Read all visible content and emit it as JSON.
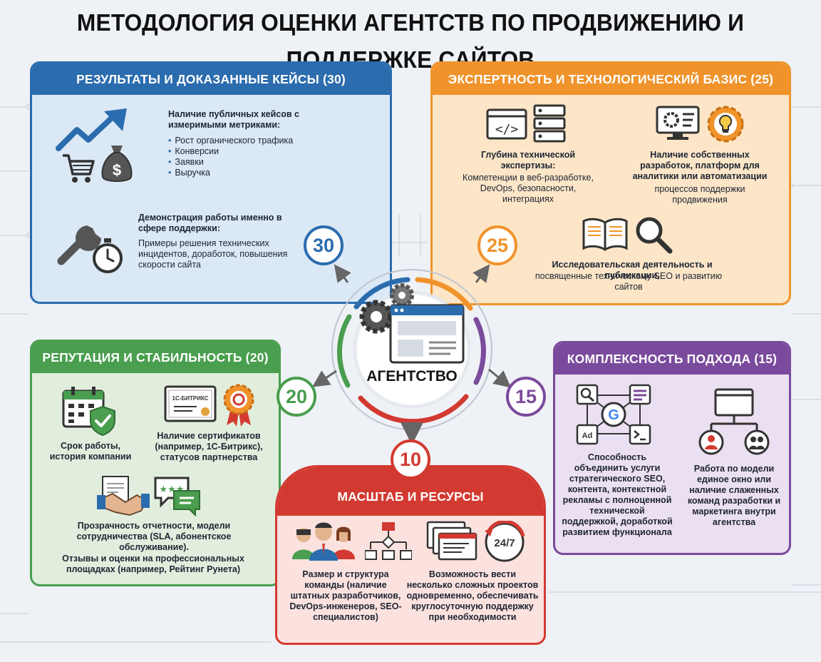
{
  "title": "МЕТОДОЛОГИЯ ОЦЕНКИ АГЕНТСТВ ПО ПРОДВИЖЕНИЮ И ПОДДЕРЖКЕ САЙТОВ",
  "center": {
    "label": "АГЕНТСТВО"
  },
  "colors": {
    "blue": "#2b6cae",
    "orange": "#f0932b",
    "green": "#4a9e4f",
    "purple": "#7a4a9c",
    "red": "#d23a31"
  },
  "results": {
    "header": "РЕЗУЛЬТАТЫ И ДОКАЗАННЫЕ КЕЙСЫ (30)",
    "badge": "30",
    "cases_title": "Наличие публичных кейсов с измеримыми метриками:",
    "metrics": [
      "Рост органического трафика",
      "Конверсии",
      "Заявки",
      "Выручка"
    ],
    "demo_title": "Демонстрация работы именно в сфере поддержки:",
    "demo_text": "Примеры решения технических инцидентов, доработок, повышения скорости сайта",
    "icons": [
      "growth-chart-icon",
      "shopping-cart-icon",
      "money-bag-icon",
      "wrench-icon",
      "stopwatch-icon"
    ]
  },
  "expertise": {
    "header": "ЭКСПЕРТНОСТЬ И ТЕХНОЛОГИЧЕСКИЙ БАЗИС (25)",
    "badge": "25",
    "depth_title": "Глубина технической экспертизы:",
    "depth_text": "Компетенции в веб-разработке, DevOps, безопасности, интеграциях",
    "own_title": "Наличие собственных разработок, платформ для аналитики или автоматизации",
    "own_text": "процессов поддержки продвижения",
    "research_title": "Исследовательская деятельность и публикации,",
    "research_text": "посвященные техническому SEO и развитию сайтов",
    "icons": [
      "code-window-icon",
      "server-icon",
      "monitor-gear-icon",
      "lightbulb-gear-icon",
      "open-book-icon",
      "magnifier-icon"
    ]
  },
  "reputation": {
    "header": "РЕПУТАЦИЯ И СТАБИЛЬНОСТЬ (20)",
    "badge": "20",
    "age_text": "Срок работы, история компании",
    "cert_text": "Наличие сертификатов (например, 1С-Битрикс), статусов партнерства",
    "cert_label": "1С-БИТРИКС",
    "transparency_text": "Прозрачность отчетности, модели сотрудничества (SLA, абонентское обслуживание).",
    "reviews_text": "Отзывы и оценки на профессиональных площадках (например, Рейтинг Рунета)",
    "icons": [
      "calendar-icon",
      "shield-check-icon",
      "certificate-icon",
      "award-ribbon-icon",
      "handshake-icon",
      "review-bubble-icon"
    ]
  },
  "complex": {
    "header": "КОМПЛЕКСНОСТЬ ПОДХОДА (15)",
    "badge": "15",
    "combine_text": "Способность объединить услуги стратегического SEO, контента, контекстной рекламы с полноценной технической поддержкой, доработкой развитием функционала",
    "onewindow_text": "Работа по модели единое окно или наличие слаженных команд разработки и маркетинга внутри агентства",
    "ad_label": "Ad",
    "icons": [
      "service-network-icon",
      "hierarchy-icon"
    ]
  },
  "scale": {
    "header": "МАСШТАБ И РЕСУРСЫ",
    "badge": "10",
    "team_text": "Размер и структура команды (наличие штатных разработчиков, DevOps-инженеров, SEO-специалистов)",
    "projects_text": "Возможность вести несколько сложных проектов одновременно, обеспечивать круглосуточную поддержку при необходимости",
    "clock_label": "24/7",
    "icons": [
      "team-icon",
      "flowchart-icon",
      "stacked-windows-icon",
      "clock-24-icon"
    ]
  }
}
